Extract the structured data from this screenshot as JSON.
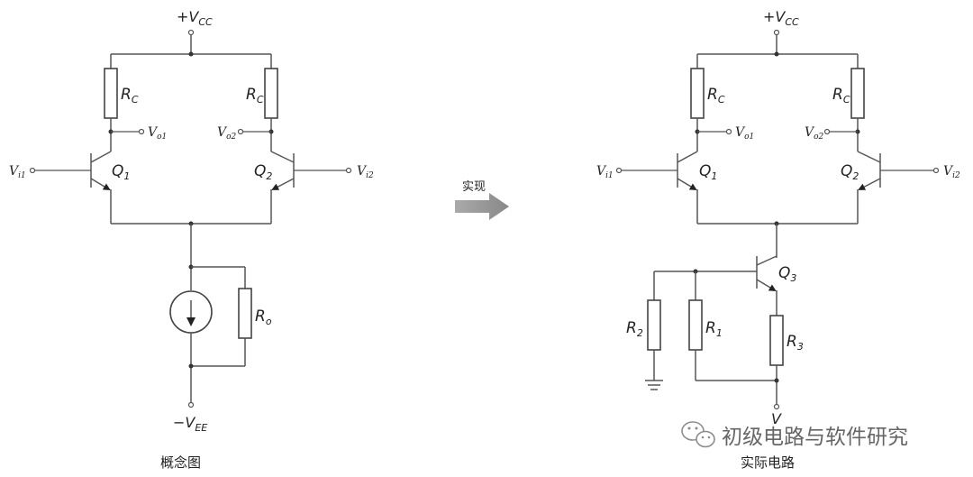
{
  "left": {
    "vcc_label": "+V",
    "vcc_sub": "CC",
    "rc_left": "R",
    "rc_left_sub": "C",
    "rc_right": "R",
    "rc_right_sub": "C",
    "vo1": "V",
    "vo1_sub": "o1",
    "vo2": "V",
    "vo2_sub": "o2",
    "vi1": "V",
    "vi1_sub": "i1",
    "vi2": "V",
    "vi2_sub": "i2",
    "q1": "Q",
    "q1_sub": "1",
    "q2": "Q",
    "q2_sub": "2",
    "ro": "R",
    "ro_sub": "o",
    "vee": "−V",
    "vee_sub": "EE",
    "caption": "概念图"
  },
  "arrow": {
    "label": "实现"
  },
  "right": {
    "vcc_label": "+V",
    "vcc_sub": "CC",
    "rc_left": "R",
    "rc_left_sub": "C",
    "rc_right": "R",
    "rc_right_sub": "C",
    "vo1": "V",
    "vo1_sub": "o1",
    "vo2": "V",
    "vo2_sub": "o2",
    "vi1": "V",
    "vi1_sub": "i1",
    "vi2": "V",
    "vi2_sub": "i2",
    "q1": "Q",
    "q1_sub": "1",
    "q2": "Q",
    "q2_sub": "2",
    "q3": "Q",
    "q3_sub": "3",
    "r1": "R",
    "r1_sub": "1",
    "r2": "R",
    "r2_sub": "2",
    "r3": "R",
    "r3_sub": "3",
    "vee": "V",
    "caption": "实际电路"
  },
  "watermark": {
    "text": "初级电路与软件研究"
  }
}
